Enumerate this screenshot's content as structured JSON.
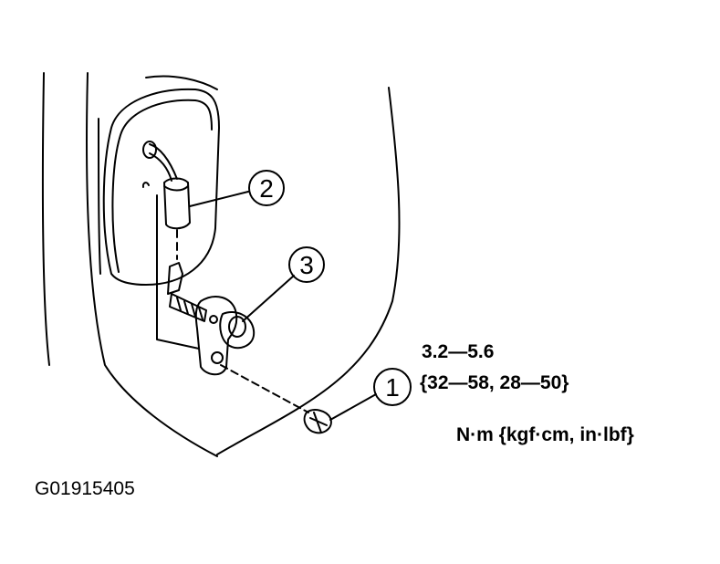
{
  "callouts": {
    "c1": "1",
    "c2": "2",
    "c3": "3"
  },
  "torque": {
    "value_nm": "3.2—5.6",
    "value_alt": "{32—58, 28—50}",
    "units": "N·m {kgf·cm, in·lbf}"
  },
  "figure_id": "G01915405"
}
